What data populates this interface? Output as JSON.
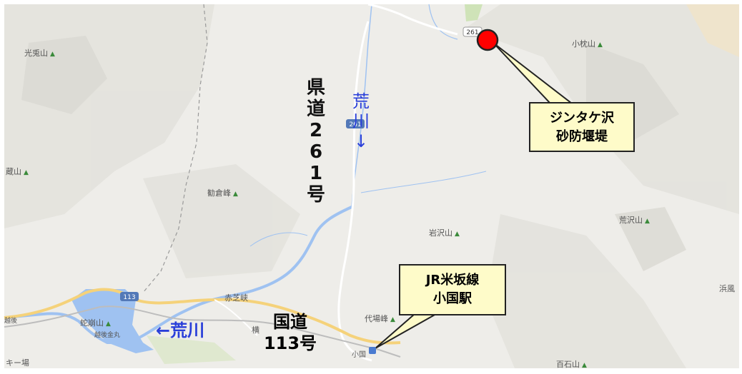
{
  "map": {
    "colors": {
      "land": "#eeede9",
      "water": "#9fc2f1",
      "road": "#ffffff",
      "highway": "#f5d27a",
      "marker": "#ff0000",
      "callout_bg": "#fefbc9",
      "river_label": "#2a3fd9"
    },
    "mountains": [
      "光兎山",
      "小枕山",
      "蔵山",
      "勧倉峰",
      "岩沢山",
      "荒沢山",
      "浜風",
      "蛇崩山",
      "赤芝峡",
      "代場峰",
      "百石山"
    ],
    "places": [
      "越後金丸",
      "横",
      "小国",
      "キー場",
      "越後"
    ],
    "shields": [
      "261",
      "261",
      "113"
    ]
  },
  "annotations": {
    "pref_road": [
      "県",
      "道",
      "2",
      "6",
      "1",
      "号"
    ],
    "river_top": [
      "荒",
      "川",
      "↓"
    ],
    "river_left": "←荒川",
    "national_road": [
      "国道",
      "113号"
    ],
    "callout_dam": [
      "ジンタケ沢",
      "砂防堰堤"
    ],
    "callout_station": [
      "JR米坂線",
      "小国駅"
    ]
  }
}
